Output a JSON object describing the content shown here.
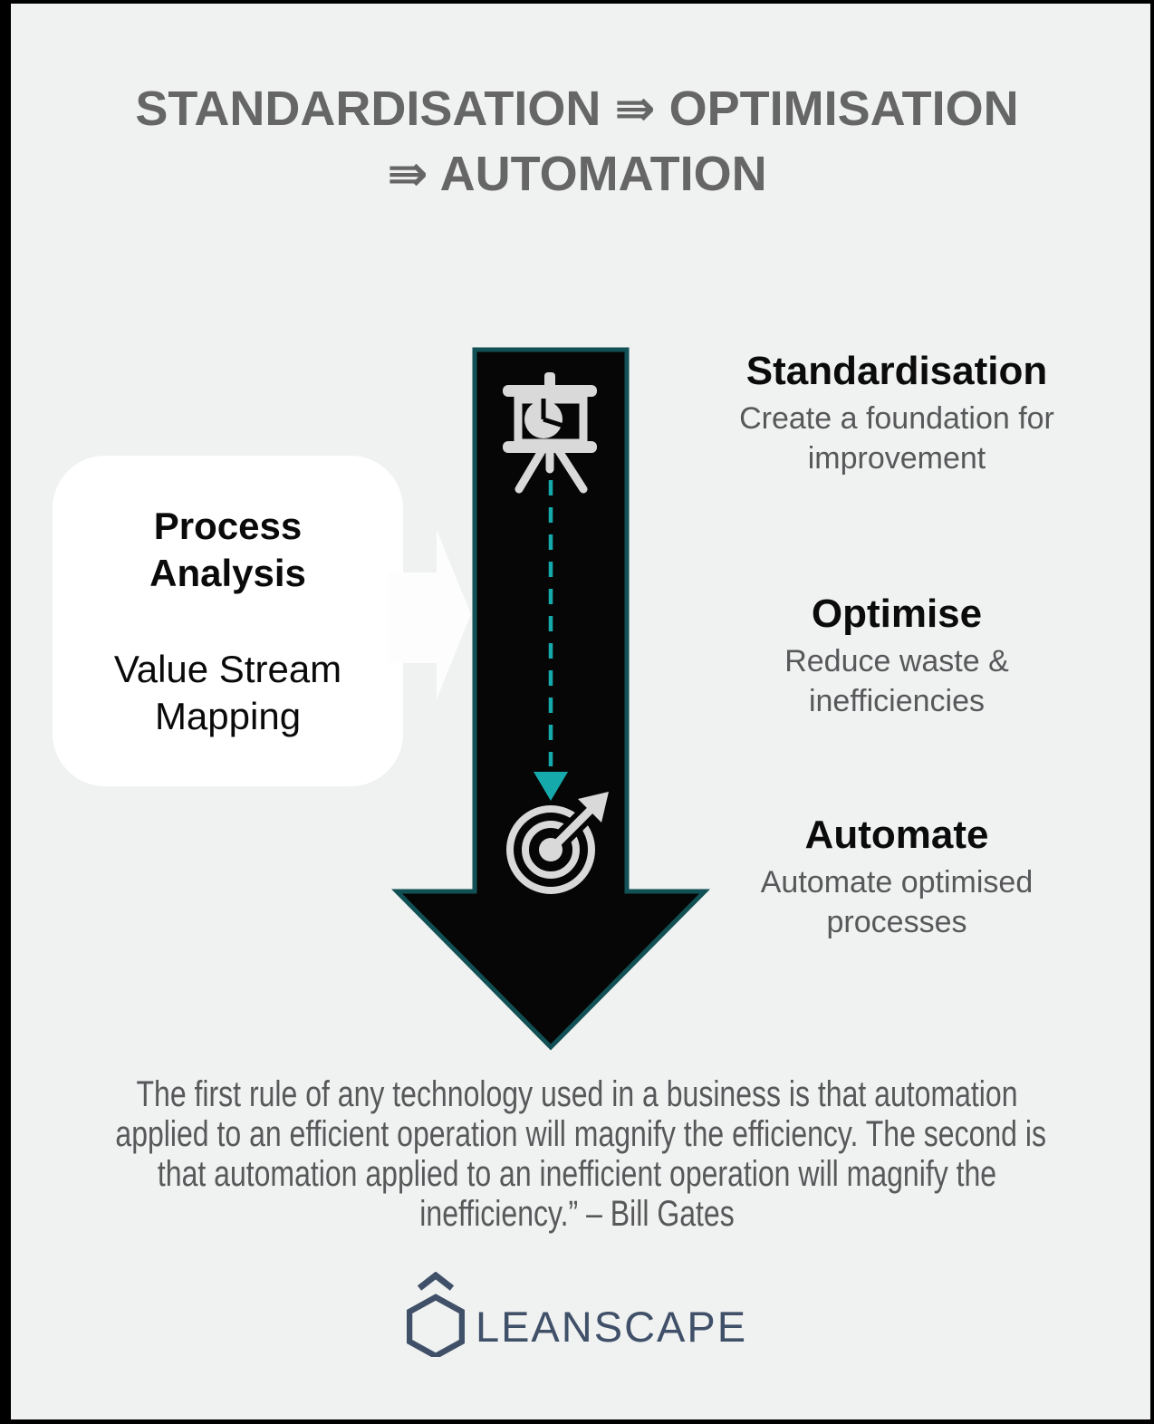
{
  "colors": {
    "background": "#f0f1f1",
    "frame": "#000000",
    "title_gray": "#666666",
    "heading_black": "#0b0b0b",
    "text_gray": "#58585a",
    "arrow_fill": "#060606",
    "arrow_border": "#115054",
    "accent_teal": "#16a9ac",
    "icon_gray": "#d9d9d9",
    "white_arrow": "#fdfdfd",
    "logo_slate": "#3f5068"
  },
  "title": {
    "line1": "STANDARDISATION ⇛ OPTIMISATION",
    "line2": "⇛ AUTOMATION"
  },
  "process_box": {
    "heading": "Process Analysis",
    "subheading": "Value Stream Mapping"
  },
  "stages": [
    {
      "title": "Standardisation",
      "description": "Create a foundation for improvement"
    },
    {
      "title": "Optimise",
      "description": "Reduce waste & inefficiencies"
    },
    {
      "title": "Automate",
      "description": "Automate optimised processes"
    }
  ],
  "flow_icons": {
    "top": "presentation-chart-icon",
    "bottom": "target-arrow-icon",
    "connector": "dashed-down-connector"
  },
  "quote": {
    "lines": [
      "The first rule of any technology used in a business is that automation",
      "applied to an efficient operation will magnify the efficiency. The second is",
      "that automation applied to an inefficient operation will magnify the",
      "inefficiency.” – Bill Gates"
    ]
  },
  "logo": {
    "wordmark": "LEANSCAPE"
  }
}
